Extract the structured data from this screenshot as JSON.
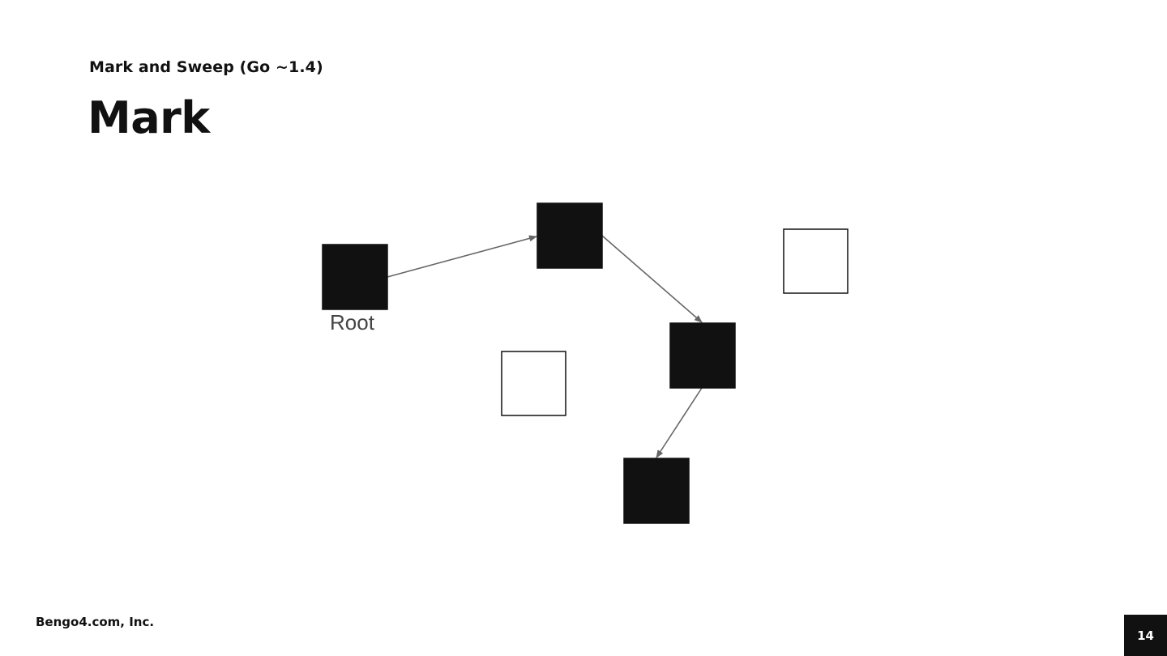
{
  "slide": {
    "subtitle": "Mark and Sweep (Go ~1.4)",
    "title": "Mark",
    "footer_company": "Bengo4.com, Inc.",
    "page_number": "14"
  },
  "diagram": {
    "root_label": "Root",
    "nodes": [
      {
        "id": "root",
        "state": "marked"
      },
      {
        "id": "node-a",
        "state": "marked"
      },
      {
        "id": "node-b",
        "state": "unmarked"
      },
      {
        "id": "node-c",
        "state": "marked"
      },
      {
        "id": "node-d",
        "state": "unmarked"
      },
      {
        "id": "node-e",
        "state": "marked"
      }
    ],
    "edges": [
      {
        "from": "root",
        "to": "node-a"
      },
      {
        "from": "node-a",
        "to": "node-c"
      },
      {
        "from": "node-c",
        "to": "node-e"
      }
    ],
    "colors": {
      "marked_fill": "#111111",
      "unmarked_fill": "#ffffff",
      "arrow": "#666666"
    }
  }
}
